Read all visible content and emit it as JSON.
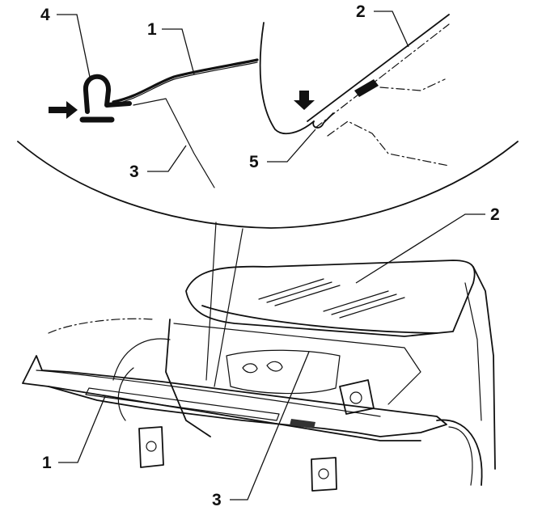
{
  "diagram": {
    "callouts": {
      "detail_4": "4",
      "detail_1": "1",
      "detail_2": "2",
      "detail_3": "3",
      "detail_5": "5",
      "main_2": "2",
      "main_1": "1",
      "main_3": "3"
    },
    "colors": {
      "ink": "#111111",
      "paper": "#ffffff"
    }
  }
}
